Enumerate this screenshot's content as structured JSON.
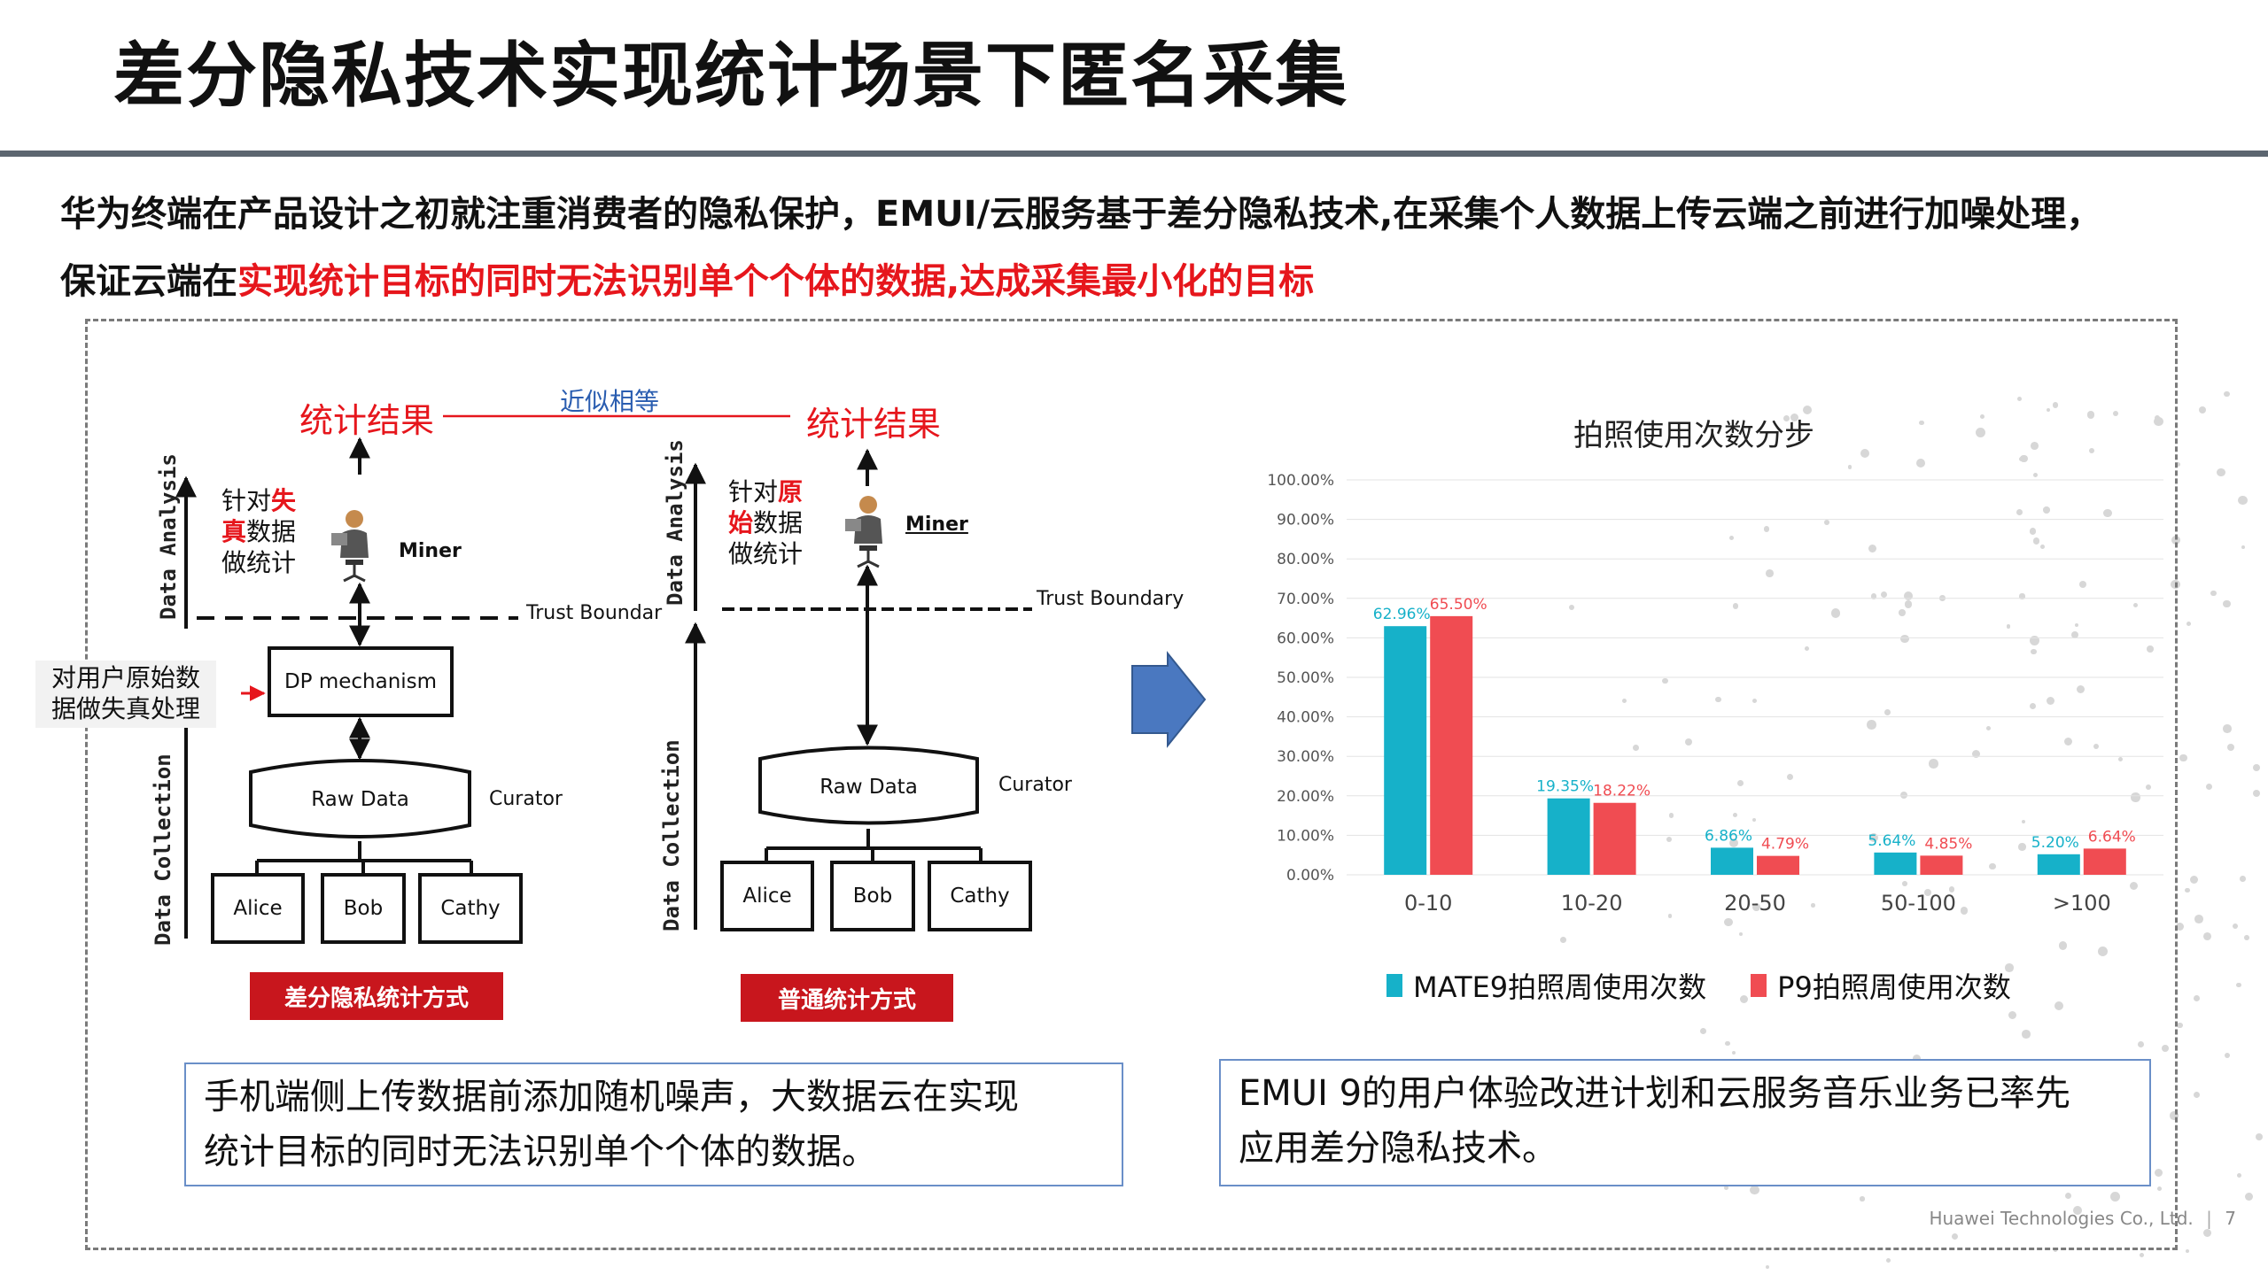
{
  "title": "差分隐私技术实现统计场景下匿名采集",
  "intro": {
    "line1": "华为终端在产品设计之初就注重消费者的隐私保护，EMUI/云服务基于差分隐私技术,在采集个人数据上传云端之前进行加噪处理，",
    "line2_prefix": "保证云端在",
    "line2_highlight": "实现统计目标的同时无法识别单个个体的数据,达成采集最小化的目标"
  },
  "diagram": {
    "approx_equal": "近似相等",
    "result_label": "统计结果",
    "left": {
      "axis_top": "Data Analysis",
      "axis_bottom": "Data Collection",
      "note_line1_prefix": "针对",
      "note_line1_red": "失",
      "note_line2_red": "真",
      "note_line2_suffix": "数据",
      "note_line3": "做统计",
      "miner": "Miner",
      "trust_boundary": "Trust Boundar",
      "dp_mechanism": "DP mechanism",
      "side_note_line1": "对用户原始数",
      "side_note_line2": "据做失真处理",
      "raw_data": "Raw Data",
      "curator": "Curator",
      "users": [
        "Alice",
        "Bob",
        "Cathy"
      ],
      "method_label": "差分隐私统计方式"
    },
    "right": {
      "axis_top": "Data Analysis",
      "axis_bottom": "Data Collection",
      "note_line1_prefix": "针对",
      "note_line1_red": "原",
      "note_line2_red": "始",
      "note_line2_suffix": "数据",
      "note_line3": "做统计",
      "miner": "Miner",
      "trust_boundary": "Trust Boundary",
      "raw_data": "Raw Data",
      "curator": "Curator",
      "users": [
        "Alice",
        "Bob",
        "Cathy"
      ],
      "method_label": "普通统计方式"
    }
  },
  "notes": {
    "left": [
      "手机端侧上传数据前添加随机噪声，大数据云在实现",
      "统计目标的同时无法识别单个个体的数据。"
    ],
    "right": [
      "EMUI 9的用户体验改进计划和云服务音乐业务已率先",
      "应用差分隐私技术。"
    ]
  },
  "footer": {
    "company": "Huawei Technologies Co., Ltd.",
    "page": "7"
  },
  "colors": {
    "accent_red": "#e6161c",
    "button_red": "#c8161d",
    "series_teal": "#16b1c9",
    "series_red": "#f04c52",
    "rule_gray": "#5c6670",
    "arrow_blue": "#4a78c0"
  },
  "chart_data": {
    "type": "bar",
    "title": "拍照使用次数分步",
    "categories": [
      "0-10",
      "10-20",
      "20-50",
      "50-100",
      ">100"
    ],
    "series": [
      {
        "name": "MATE9拍照周使用次数",
        "color": "#16b1c9",
        "values": [
          62.96,
          19.35,
          6.86,
          5.64,
          5.2
        ],
        "labels": [
          "62.96%",
          "19.35%",
          "6.86%",
          "5.64%",
          "5.20%"
        ]
      },
      {
        "name": "P9拍照周使用次数",
        "color": "#f04c52",
        "values": [
          65.5,
          18.22,
          4.79,
          4.85,
          6.64
        ],
        "labels": [
          "65.50%",
          "18.22%",
          "4.79%",
          "4.85%",
          "6.64%"
        ]
      }
    ],
    "ylim": [
      0,
      100
    ],
    "yticks": [
      "0.00%",
      "10.00%",
      "20.00%",
      "30.00%",
      "40.00%",
      "50.00%",
      "60.00%",
      "70.00%",
      "80.00%",
      "90.00%",
      "100.00%"
    ],
    "legend_position": "bottom",
    "grid": true
  }
}
